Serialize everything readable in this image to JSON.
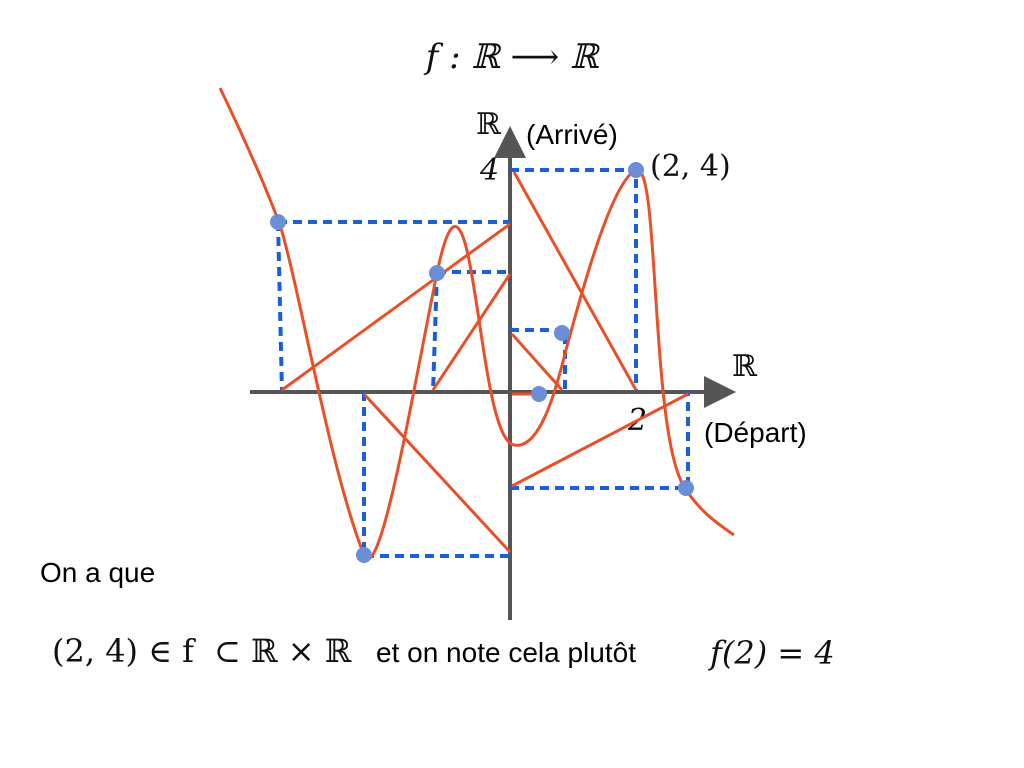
{
  "title": "f : ℝ ⟶ ℝ",
  "y_axis": {
    "symbol": "ℝ",
    "caption": "(Arrivé)",
    "tick_label": "4"
  },
  "x_axis": {
    "symbol": "ℝ",
    "caption": "(Départ)",
    "tick_label": "2"
  },
  "point_label": "(2, 4)",
  "bottom": {
    "intro": "On a que",
    "membership": "(2, 4) ∈ f",
    "subset": "⊂ ℝ × ℝ",
    "note": "et on note cela plutôt",
    "notation": "f(2) = 4"
  },
  "colors": {
    "curve": "#e8502a",
    "dashed": "#1a5fd6",
    "axis": "#555555",
    "dot": "#6b8fd6"
  }
}
